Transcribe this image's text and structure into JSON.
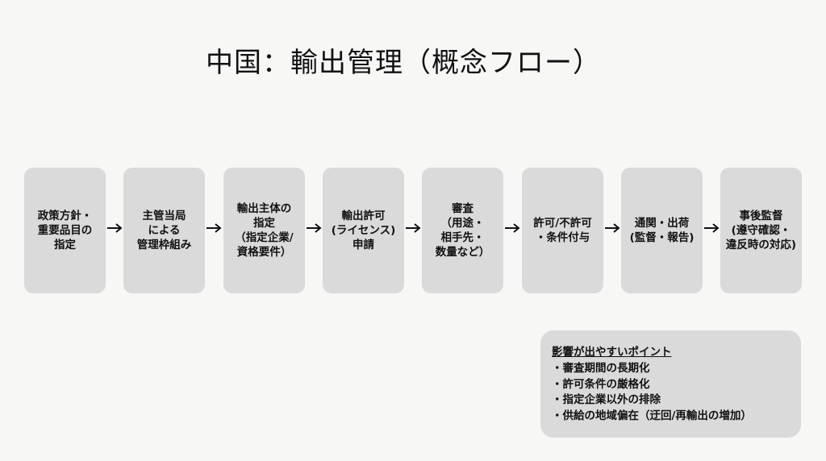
{
  "title": "中国：輸出管理（概念フロー）",
  "steps": [
    "政策方針・\n重要品目の\n指定",
    "主管当局\nによる\n管理枠組み",
    "輸出主体の\n指定\n（指定企業/\n資格要件）",
    "輸出許可\n(ライセンス)\n申請",
    "審査\n（用途・\n相手先・\n数量など）",
    "許可/不許可\n・条件付与",
    "通関・出荷\n(監督・報告)",
    "事後監督\n(遵守確認・\n違反時の対応)"
  ],
  "callout": {
    "heading": "影響が出やすいポイント",
    "items": [
      "審査期間の長期化",
      "許可条件の厳格化",
      "指定企業以外の排除",
      "供給の地域偏在（迂回/再輸出の増加）"
    ]
  }
}
